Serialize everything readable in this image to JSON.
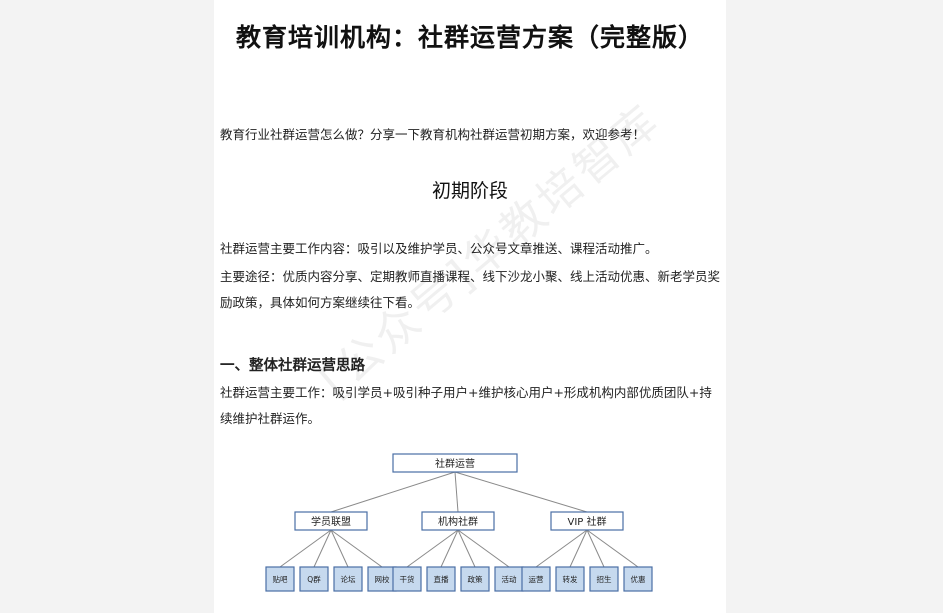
{
  "document": {
    "title": "教育培训机构：社群运营方案（完整版）",
    "intro": "教育行业社群运营怎么做？分享一下教育机构社群运营初期方案，欢迎参考！",
    "section_heading": "初期阶段",
    "paragraph_1": "社群运营主要工作内容：吸引以及维护学员、公众号文章推送、课程活动推广。",
    "paragraph_2": "主要途径：优质内容分享、定期教师直播课程、线下沙龙小聚、线上活动优惠、新老学员奖励政策，具体如何方案继续往下看。",
    "subheading_1": "一、整体社群运营思路",
    "paragraph_3": "社群运营主要工作：吸引学员+吸引种子用户+维护核心用户+形成机构内部优质团队+持续维护社群运作。",
    "watermark": "[公众号]华教培智库"
  },
  "diagram": {
    "root": "社群运营",
    "groups": [
      {
        "label": "学员联盟",
        "leaves": [
          "贴吧",
          "Q群",
          "论坛",
          "网校"
        ]
      },
      {
        "label": "机构社群",
        "leaves": [
          "干货",
          "直播",
          "政策",
          "活动"
        ]
      },
      {
        "label": "VIP 社群",
        "leaves": [
          "运营",
          "转发",
          "招生",
          "优惠"
        ]
      }
    ],
    "colors": {
      "box_border": "#4a6fa5",
      "leaf_fill": "#c6d9ee",
      "line": "#8a8a8a"
    }
  }
}
